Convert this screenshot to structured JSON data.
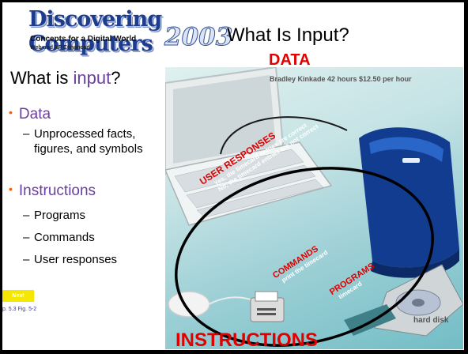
{
  "header": {
    "logo_brand": "Discovering Computers",
    "logo_year": "2003",
    "logo_tagline": "Concepts for a Digital World",
    "logo_subtagline": "Web and XP Enhanced",
    "title": "What Is Input?"
  },
  "outline": {
    "heading_prefix": "What is ",
    "heading_accent": "input",
    "heading_suffix": "?",
    "items": [
      {
        "label": "Data",
        "subitems": [
          "Unprocessed facts, figures, and symbols"
        ]
      },
      {
        "label": "Instructions",
        "subitems": [
          "Programs",
          "Commands",
          "User responses"
        ]
      }
    ]
  },
  "nav": {
    "next_label": "Next",
    "page_ref": "p. 5.3 Fig. 5-2"
  },
  "figure": {
    "data_label": "DATA",
    "data_example": "Bradley Kinkade 42 hours $12.50 per hour",
    "user_responses_label": "USER RESPONSES",
    "user_response_yes": "Yes, the timecard entries are correct",
    "user_response_no": "No, the timecard entries are not correct",
    "commands_label": "COMMANDS",
    "command_text": "print the timecard",
    "programs_label": "PROGRAMS",
    "program_text": "timecard",
    "hard_disk_label": "hard disk",
    "instructions_label": "INSTRUCTIONS"
  },
  "colors": {
    "accent_red": "#e00000",
    "accent_purple": "#6a3fa0",
    "bullet_orange": "#ff5a00",
    "next_yellow": "#f6e700"
  }
}
